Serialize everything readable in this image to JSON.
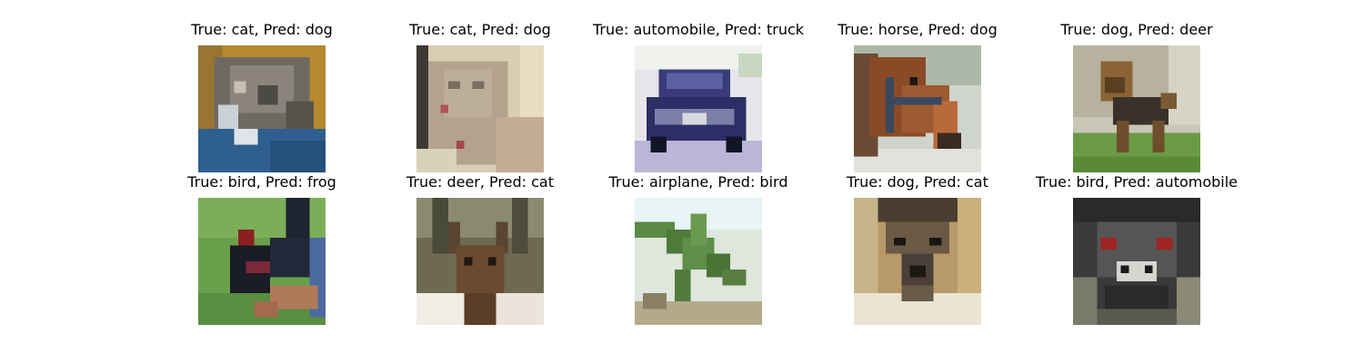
{
  "panels": [
    {
      "title": "True: cat, Pred: dog",
      "image": "cat-photo"
    },
    {
      "title": "True: cat, Pred: dog",
      "image": "cat-photo"
    },
    {
      "title": "True: automobile, Pred: truck",
      "image": "automobile-photo"
    },
    {
      "title": "True: horse, Pred: dog",
      "image": "horse-photo"
    },
    {
      "title": "True: dog, Pred: deer",
      "image": "dog-photo"
    },
    {
      "title": "True: bird, Pred: frog",
      "image": "bird-photo"
    },
    {
      "title": "True: deer, Pred: cat",
      "image": "deer-photo"
    },
    {
      "title": "True: airplane, Pred: bird",
      "image": "airplane-photo"
    },
    {
      "title": "True: dog, Pred: cat",
      "image": "dog-photo"
    },
    {
      "title": "True: bird, Pred: automobile",
      "image": "bird-photo"
    }
  ]
}
